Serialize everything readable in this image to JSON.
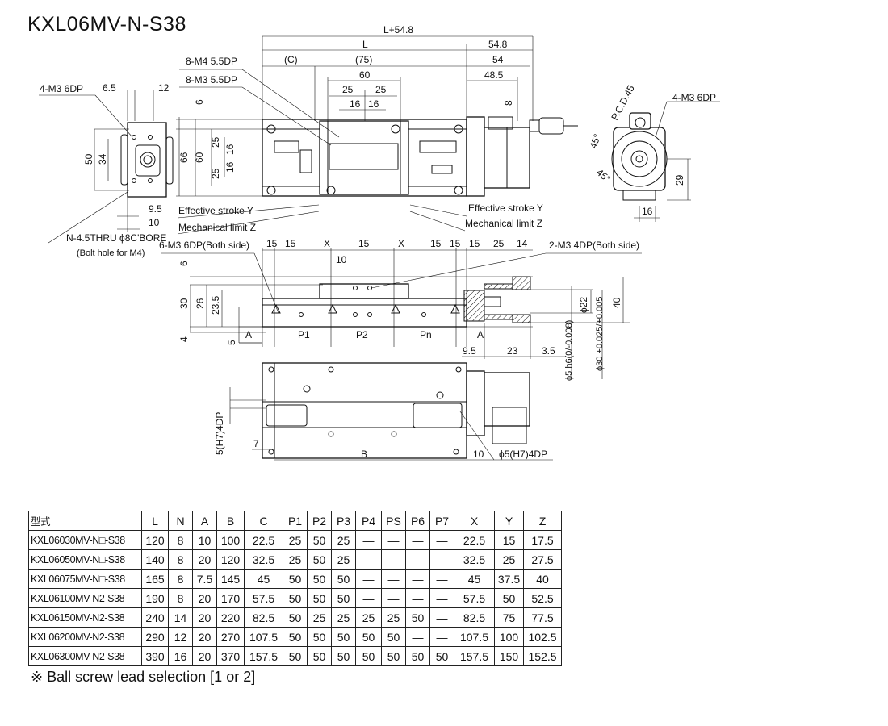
{
  "title": "KXL06MV-N-S38",
  "drawing": {
    "labels": [
      "L+54.8",
      "L",
      "54.8",
      "(C)",
      "(75)",
      "54",
      "60",
      "48.5",
      "25",
      "25",
      "16",
      "16",
      "8",
      "8-M4 5.5DP",
      "8-M3 5.5DP",
      "4-M3 6DP",
      "6.5",
      "12",
      "6",
      "66",
      "60",
      "25",
      "16",
      "16",
      "25",
      "50",
      "34",
      "9.5",
      "10",
      "N-4.5THRU ϕ8C'BORE",
      "(Bolt hole for M4)",
      "Effective stroke Y",
      "Mechanical limit Z",
      "Effective stroke Y",
      "Mechanical limit Z",
      "P.C.D.45",
      "4-M3 6DP",
      "45°",
      "45°",
      "29",
      "16",
      "6-M3 6DP(Both side)",
      "15",
      "15",
      "X",
      "15",
      "X",
      "15",
      "15",
      "15",
      "25",
      "14",
      "2-M3 4DP(Both side)",
      "10",
      "6",
      "30",
      "26",
      "23.5",
      "4",
      "5",
      "A",
      "P1",
      "P2",
      "Pn",
      "A",
      "9.5",
      "23",
      "3.5",
      "ϕ22",
      "40",
      "ϕ5 h6(0/-0.008)",
      "ϕ30 +0.025/+0.005",
      "5(H7)4DP",
      "7",
      "B",
      "10",
      "ϕ5(H7)4DP"
    ]
  },
  "table": {
    "headers": [
      "型式",
      "L",
      "N",
      "A",
      "B",
      "C",
      "P1",
      "P2",
      "P3",
      "P4",
      "PS",
      "P6",
      "P7",
      "X",
      "Y",
      "Z"
    ],
    "rows": [
      [
        "KXL06030MV-N□-S38",
        "120",
        "8",
        "10",
        "100",
        "22.5",
        "25",
        "50",
        "25",
        "—",
        "—",
        "—",
        "—",
        "22.5",
        "15",
        "17.5"
      ],
      [
        "KXL06050MV-N□-S38",
        "140",
        "8",
        "20",
        "120",
        "32.5",
        "25",
        "50",
        "25",
        "—",
        "—",
        "—",
        "—",
        "32.5",
        "25",
        "27.5"
      ],
      [
        "KXL06075MV-N□-S38",
        "165",
        "8",
        "7.5",
        "145",
        "45",
        "50",
        "50",
        "50",
        "—",
        "—",
        "—",
        "—",
        "45",
        "37.5",
        "40"
      ],
      [
        "KXL06100MV-N2-S38",
        "190",
        "8",
        "20",
        "170",
        "57.5",
        "50",
        "50",
        "50",
        "—",
        "—",
        "—",
        "—",
        "57.5",
        "50",
        "52.5"
      ],
      [
        "KXL06150MV-N2-S38",
        "240",
        "14",
        "20",
        "220",
        "82.5",
        "50",
        "25",
        "25",
        "25",
        "25",
        "50",
        "—",
        "82.5",
        "75",
        "77.5"
      ],
      [
        "KXL06200MV-N2-S38",
        "290",
        "12",
        "20",
        "270",
        "107.5",
        "50",
        "50",
        "50",
        "50",
        "50",
        "—",
        "—",
        "107.5",
        "100",
        "102.5"
      ],
      [
        "KXL06300MV-N2-S38",
        "390",
        "16",
        "20",
        "370",
        "157.5",
        "50",
        "50",
        "50",
        "50",
        "50",
        "50",
        "50",
        "157.5",
        "150",
        "152.5"
      ]
    ]
  },
  "note": "※ Ball screw lead selection [1 or 2]"
}
